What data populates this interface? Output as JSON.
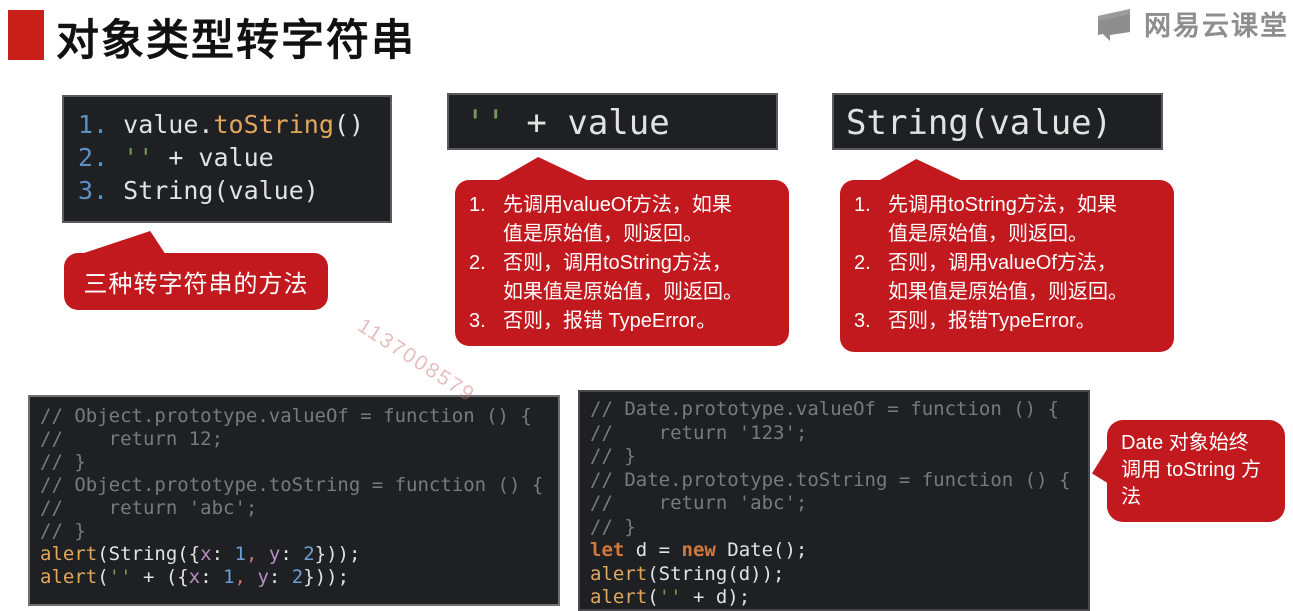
{
  "page": {
    "title": "对象类型转字符串"
  },
  "logo": {
    "text": "网易云课堂",
    "icon": "speech-bubble-icon"
  },
  "colors": {
    "accent_red": "#c2191e",
    "title_red": "#c9201a",
    "code_bg": "#1f2023",
    "comment_gray": "#7a7a7c",
    "logo_gray": "#8e8e8e"
  },
  "watermark": {
    "text": "1137008579"
  },
  "top_blocks": {
    "methods": {
      "lines": [
        [
          {
            "c": "blue",
            "t": "1. "
          },
          {
            "c": "plain",
            "t": "value."
          },
          {
            "c": "orange",
            "t": "toString"
          },
          {
            "c": "plain",
            "t": "()"
          }
        ],
        [
          {
            "c": "blue",
            "t": "2. "
          },
          {
            "c": "green",
            "t": "''"
          },
          {
            "c": "plain",
            "t": " + value"
          }
        ],
        [
          {
            "c": "blue",
            "t": "3. "
          },
          {
            "c": "plain",
            "t": "String(value)"
          }
        ]
      ]
    },
    "concat": {
      "lines": [
        [
          {
            "c": "green",
            "t": "''"
          },
          {
            "c": "plain",
            "t": " + value"
          }
        ]
      ]
    },
    "string_fn": {
      "lines": [
        [
          {
            "c": "plain",
            "t": "String(value)"
          }
        ]
      ]
    }
  },
  "bubbles": {
    "methods_note": {
      "text": "三种转字符串的方法"
    },
    "concat_steps": {
      "items": [
        {
          "num": "1.",
          "text": "先调用valueOf方法，如果值是原始值，则返回。"
        },
        {
          "num": "2.",
          "text": "否则，调用toString方法，如果值是原始值，则返回。"
        },
        {
          "num": "3.",
          "text": "否则，报错 TypeError。"
        }
      ]
    },
    "string_steps": {
      "items": [
        {
          "num": "1.",
          "text": "先调用toString方法，如果值是原始值，则返回。"
        },
        {
          "num": "2.",
          "text": "否则，调用valueOf方法，如果值是原始值，则返回。"
        },
        {
          "num": "3.",
          "text": "否则，报错TypeError。"
        }
      ]
    },
    "date_note": {
      "text": "Date 对象始终调用 toString 方法"
    }
  },
  "bottom_blocks": {
    "object_demo": {
      "lines": [
        [
          {
            "c": "cm",
            "t": "// Object.prototype.valueOf = function () {"
          }
        ],
        [
          {
            "c": "cm",
            "t": "//    return 12;"
          }
        ],
        [
          {
            "c": "cm",
            "t": "// }"
          }
        ],
        [
          {
            "c": "cm",
            "t": "// Object.prototype.toString = function () {"
          }
        ],
        [
          {
            "c": "cm",
            "t": "//    return 'abc';"
          }
        ],
        [
          {
            "c": "cm",
            "t": "// }"
          }
        ],
        [
          {
            "c": "orange",
            "t": "alert"
          },
          {
            "c": "plain",
            "t": "(String({"
          },
          {
            "c": "purple",
            "t": "x"
          },
          {
            "c": "plain",
            "t": ": "
          },
          {
            "c": "blue2",
            "t": "1"
          },
          {
            "c": "red",
            "t": ","
          },
          {
            "c": "plain",
            "t": " "
          },
          {
            "c": "purple",
            "t": "y"
          },
          {
            "c": "plain",
            "t": ": "
          },
          {
            "c": "blue2",
            "t": "2"
          },
          {
            "c": "plain",
            "t": "}));"
          }
        ],
        [
          {
            "c": "orange",
            "t": "alert"
          },
          {
            "c": "plain",
            "t": "("
          },
          {
            "c": "green",
            "t": "''"
          },
          {
            "c": "plain",
            "t": " + ({"
          },
          {
            "c": "purple",
            "t": "x"
          },
          {
            "c": "plain",
            "t": ": "
          },
          {
            "c": "blue2",
            "t": "1"
          },
          {
            "c": "red",
            "t": ","
          },
          {
            "c": "plain",
            "t": " "
          },
          {
            "c": "purple",
            "t": "y"
          },
          {
            "c": "plain",
            "t": ": "
          },
          {
            "c": "blue2",
            "t": "2"
          },
          {
            "c": "plain",
            "t": "}));"
          }
        ]
      ]
    },
    "date_demo": {
      "lines": [
        [
          {
            "c": "cm",
            "t": "// Date.prototype.valueOf = function () {"
          }
        ],
        [
          {
            "c": "cm",
            "t": "//    return '123';"
          }
        ],
        [
          {
            "c": "cm",
            "t": "// }"
          }
        ],
        [
          {
            "c": "cm",
            "t": "// Date.prototype.toString = function () {"
          }
        ],
        [
          {
            "c": "cm",
            "t": "//    return 'abc';"
          }
        ],
        [
          {
            "c": "cm",
            "t": "// }"
          }
        ],
        [
          {
            "c": "kw",
            "t": "let"
          },
          {
            "c": "plain",
            "t": " d = "
          },
          {
            "c": "kw",
            "t": "new"
          },
          {
            "c": "plain",
            "t": " Date();"
          }
        ],
        [
          {
            "c": "orange",
            "t": "alert"
          },
          {
            "c": "plain",
            "t": "(String(d));"
          }
        ],
        [
          {
            "c": "orange",
            "t": "alert"
          },
          {
            "c": "plain",
            "t": "("
          },
          {
            "c": "green",
            "t": "''"
          },
          {
            "c": "plain",
            "t": " + d);"
          }
        ]
      ]
    }
  }
}
